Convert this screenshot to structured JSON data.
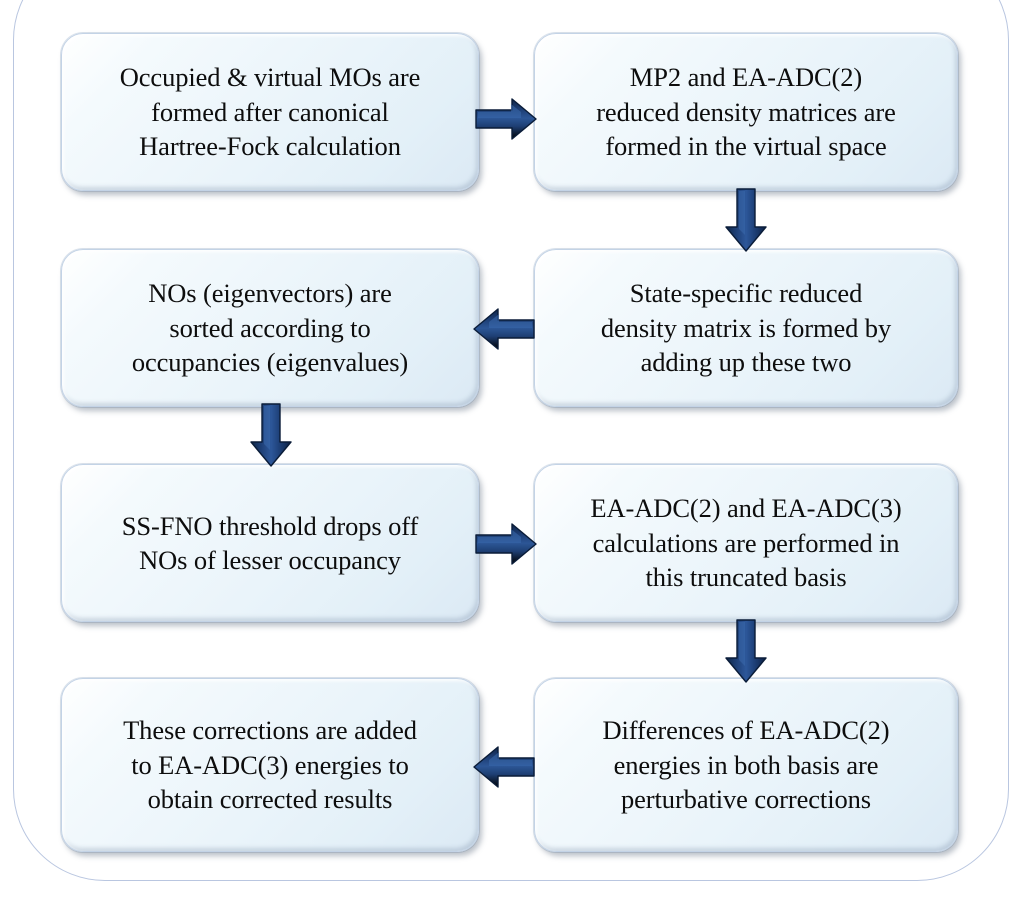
{
  "diagram": {
    "title": "SS-FNO EA-ADC workflow flowchart",
    "frame": {
      "shape": "rounded-rectangle",
      "border_color": "#b9c6e0"
    },
    "style": {
      "box_fill_light": "#ffffff",
      "box_fill_dark": "#dbe9f4",
      "box_border": "#c3d3e6",
      "arrow_dark": "#17315c",
      "arrow_mid": "#1f4788",
      "arrow_light": "#3a6bb5",
      "text_color": "#0d0d0d"
    },
    "boxes": [
      {
        "id": "box-mos-formed",
        "name": "occupied-virtual-mos-box",
        "row": 1,
        "column": "left",
        "text": "Occupied & virtual MOs are\nformed after canonical\nHartree-Fock calculation"
      },
      {
        "id": "box-mp2-eaadc2-rdm",
        "name": "mp2-eaadc2-density-matrices-box",
        "row": 1,
        "column": "right",
        "text": "MP2 and EA-ADC(2)\nreduced density matrices are\nformed in the virtual space"
      },
      {
        "id": "box-nos-sorted",
        "name": "nos-sorted-by-occupancy-box",
        "row": 2,
        "column": "left",
        "text": "NOs (eigenvectors) are\nsorted according to\noccupancies (eigenvalues)"
      },
      {
        "id": "box-state-specific-rdm",
        "name": "state-specific-density-matrix-box",
        "row": 2,
        "column": "right",
        "text": "State-specific reduced\ndensity matrix is formed by\nadding up these two"
      },
      {
        "id": "box-ssfno-threshold",
        "name": "ssfno-threshold-box",
        "row": 3,
        "column": "left",
        "text": "SS-FNO threshold drops off\nNOs of lesser occupancy"
      },
      {
        "id": "box-eaadc-truncated",
        "name": "eaadc-truncated-basis-box",
        "row": 3,
        "column": "right",
        "text": "EA-ADC(2) and EA-ADC(3)\ncalculations are performed in\nthis truncated basis"
      },
      {
        "id": "box-corrections-added",
        "name": "corrections-added-box",
        "row": 4,
        "column": "left",
        "text": "These corrections are added\nto EA-ADC(3) energies to\nobtain corrected results"
      },
      {
        "id": "box-perturbative-corrections",
        "name": "perturbative-corrections-box",
        "row": 4,
        "column": "right",
        "text": "Differences of EA-ADC(2)\nenergies in both basis are\nperturbative corrections"
      }
    ],
    "arrows": [
      {
        "id": "arrow-1",
        "name": "arrow-right-row1",
        "direction": "right",
        "from": "box-mos-formed",
        "to": "box-mp2-eaadc2-rdm"
      },
      {
        "id": "arrow-2",
        "name": "arrow-down-col-right-1",
        "direction": "down",
        "from": "box-mp2-eaadc2-rdm",
        "to": "box-state-specific-rdm"
      },
      {
        "id": "arrow-3",
        "name": "arrow-left-row2",
        "direction": "left",
        "from": "box-state-specific-rdm",
        "to": "box-nos-sorted"
      },
      {
        "id": "arrow-4",
        "name": "arrow-down-col-left-1",
        "direction": "down",
        "from": "box-nos-sorted",
        "to": "box-ssfno-threshold"
      },
      {
        "id": "arrow-5",
        "name": "arrow-right-row3",
        "direction": "right",
        "from": "box-ssfno-threshold",
        "to": "box-eaadc-truncated"
      },
      {
        "id": "arrow-6",
        "name": "arrow-down-col-right-2",
        "direction": "down",
        "from": "box-eaadc-truncated",
        "to": "box-perturbative-corrections"
      },
      {
        "id": "arrow-7",
        "name": "arrow-left-row4",
        "direction": "left",
        "from": "box-perturbative-corrections",
        "to": "box-corrections-added"
      }
    ]
  }
}
